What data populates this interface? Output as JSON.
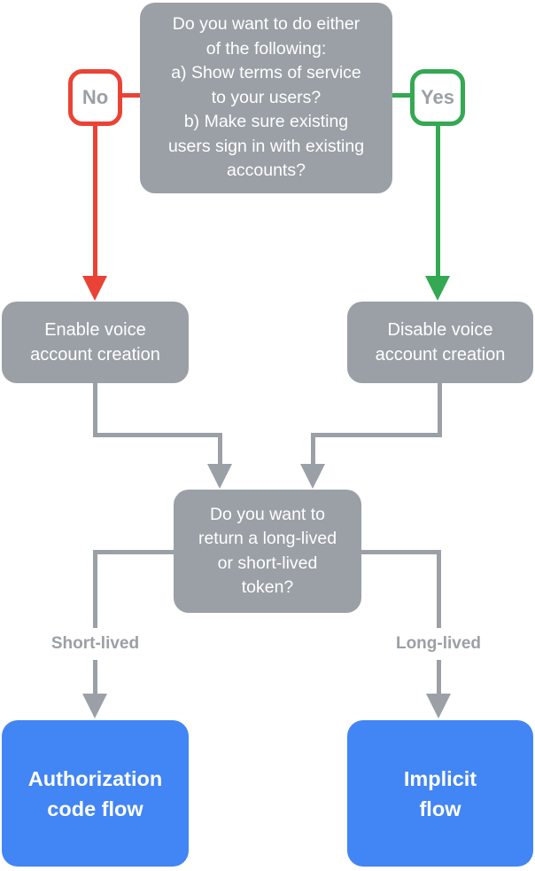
{
  "colors": {
    "box_gray": "#9AA0A6",
    "arrow_red": "#EA4335",
    "arrow_green": "#34A853",
    "box_blue": "#4285F4",
    "label_gray": "#9AA0A6",
    "text_white": "#FFFFFF",
    "background": "#FFFFFF"
  },
  "flowchart": {
    "top_question": "Do you want to do either\nof the following:\na) Show terms of service\nto your users?\nb) Make sure existing\nusers sign in with existing\naccounts?",
    "no_label": "No",
    "yes_label": "Yes",
    "enable_box": "Enable voice\naccount creation",
    "disable_box": "Disable voice\naccount creation",
    "token_question": "Do you want to\nreturn a long-lived\nor short-lived\ntoken?",
    "short_lived_label": "Short-lived",
    "long_lived_label": "Long-lived",
    "auth_code_box": "Authorization\ncode flow",
    "implicit_box": "Implicit\nflow"
  }
}
